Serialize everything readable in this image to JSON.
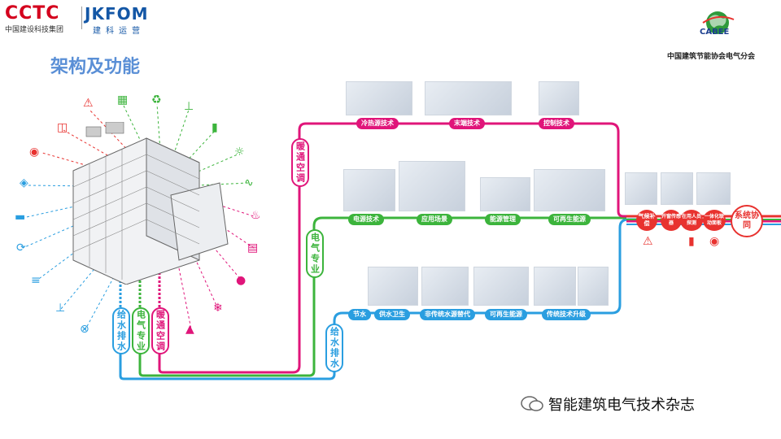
{
  "header": {
    "cctc_logo": "CCTC",
    "cctc_subtitle": "中国建设科技集团",
    "jkfom_logo": "JKFOM",
    "jkfom_subtitle": "建科运营",
    "cabee_logo": "CABEE",
    "cabee_subtitle": "中国建筑节能协会电气分会"
  },
  "page_title": "架构及功能",
  "building_labels": {
    "water": "给水排水",
    "electrical": "电气专业",
    "hvac": "暖通空调"
  },
  "branch_labels": {
    "hvac": "暖通空调",
    "electrical": "电气专业",
    "water": "给水排水"
  },
  "hvac_tags": [
    "冷热源技术",
    "末端技术",
    "控制技术"
  ],
  "electrical_tags": [
    "电源技术",
    "应用场景",
    "能源管理",
    "可再生能源"
  ],
  "water_tags": [
    "节水",
    "供水卫生",
    "非传统水源替代",
    "可再生能源",
    "传统技术升级"
  ],
  "system_tags": [
    "气候补偿",
    "开窗传感器",
    "在用人员探测",
    "一体化联动面板",
    "系统协同"
  ],
  "colors": {
    "hvac": "#e0157a",
    "electrical": "#3cb43c",
    "water": "#2a9ee0",
    "red": "#e8322f"
  },
  "watermark": "智能建筑电气技术杂志",
  "icons": [
    "alarm-icon",
    "solar-panel-icon",
    "energy-cycle-icon",
    "meter-icon",
    "door-icon",
    "wifi-sensor-icon",
    "water-drop-icon",
    "stats-icon",
    "light-bulb-icon",
    "tank-icon",
    "pulse-icon",
    "recycle-icon",
    "thermometer-icon",
    "filter-icon",
    "pump-icon",
    "valve-icon",
    "snowflake-icon",
    "factory-icon"
  ]
}
